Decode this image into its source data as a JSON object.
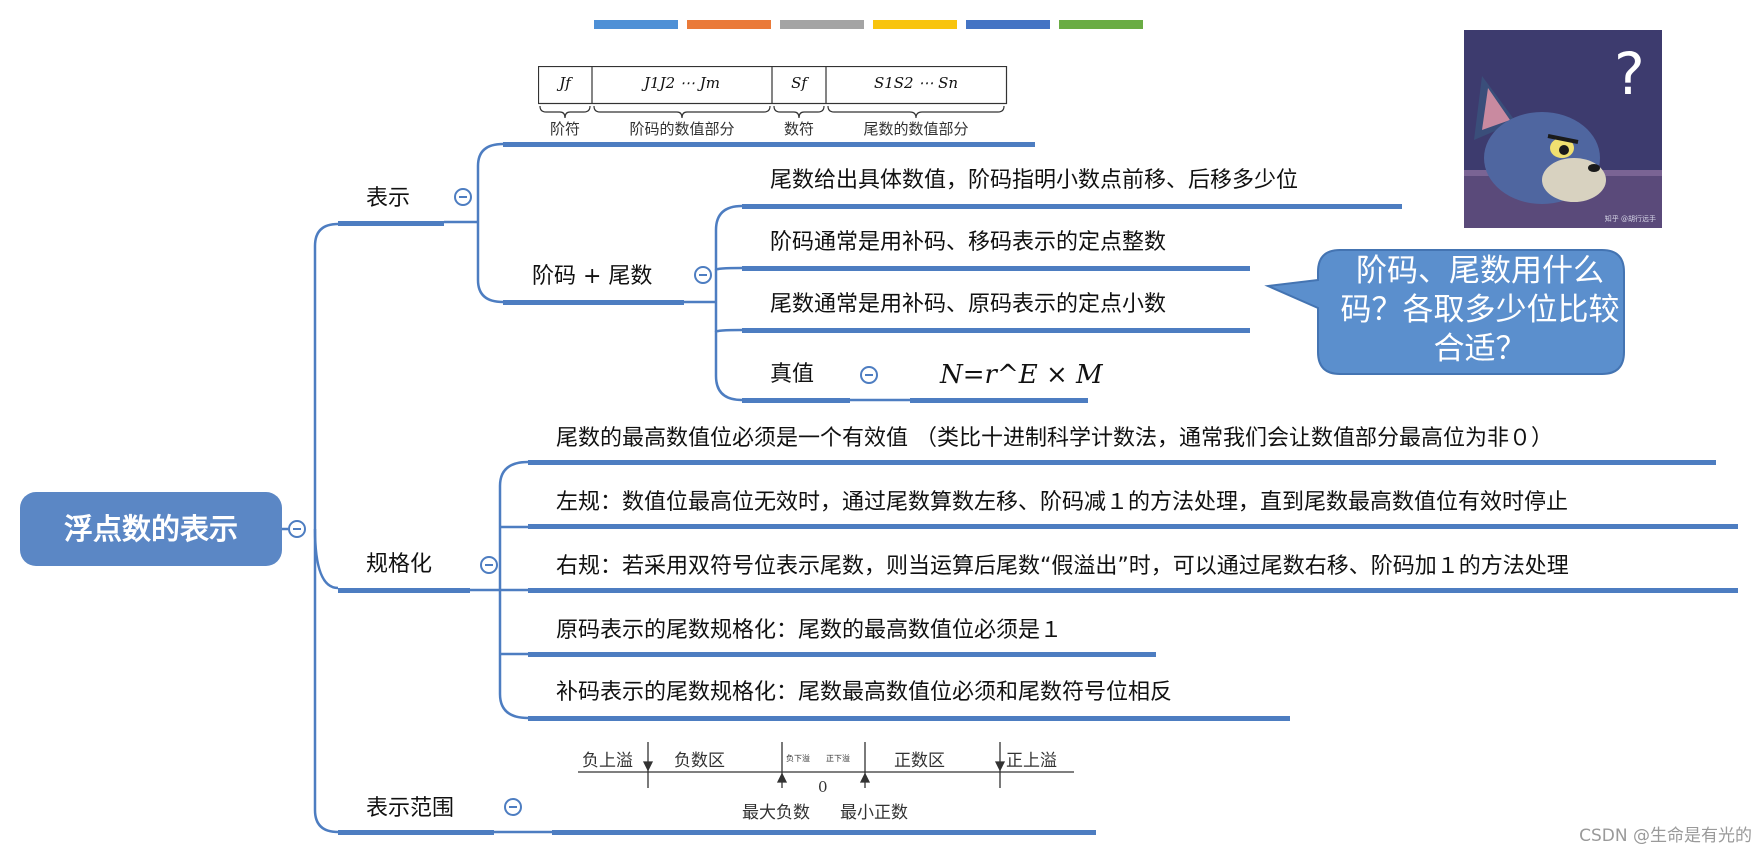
{
  "palette": [
    "#4e90d6",
    "#ea7a39",
    "#a4a4a4",
    "#f8c40e",
    "#4474c4",
    "#6aac44"
  ],
  "root": {
    "label": "浮点数的表示"
  },
  "sections": {
    "representation": {
      "label": "表示",
      "format_figure": {
        "cells": [
          "Jf",
          "J1J2 ⋯ Jm",
          "Sf",
          "S1S2 ⋯ Sn"
        ],
        "captions": [
          "阶符",
          "阶码的数值部分",
          "数符",
          "尾数的数值部分"
        ]
      },
      "exp_mantissa": {
        "label": "阶码 + 尾数",
        "items": [
          "尾数给出具体数值，阶码指明小数点前移、后移多少位",
          "阶码通常是用补码、移码表示的定点整数",
          "尾数通常是用补码、原码表示的定点小数"
        ],
        "true_value": {
          "label": "真值",
          "formula": "N=r^E × M"
        }
      }
    },
    "normalization": {
      "label": "规格化",
      "items": [
        "尾数的最高数值位必须是一个有效值 （类比十进制科学计数法，通常我们会让数值部分最高位为非０）",
        "左规：数值位最高位无效时，通过尾数算数左移、阶码减１的方法处理，直到尾数最高数值位有效时停止",
        "右规：若采用双符号位表示尾数，则当运算后尾数“假溢出”时，可以通过尾数右移、阶码加１的方法处理",
        "原码表示的尾数规格化：尾数的最高数值位必须是１",
        "补码表示的尾数规格化：尾数最高数值位必须和尾数符号位相反"
      ]
    },
    "range": {
      "label": "表示范围",
      "figure": {
        "neg_overflow": "负上溢",
        "neg_region": "负数区",
        "neg_underflow": "负下溢",
        "pos_underflow": "正下溢",
        "pos_region": "正数区",
        "pos_overflow": "正上溢",
        "zero": "0",
        "max_negative": "最大负数",
        "min_positive": "最小正数"
      }
    }
  },
  "callout": {
    "text": "阶码、尾数用什么码？各取多少位比较合适？"
  },
  "sticker": {
    "mark": "?",
    "credit": "知乎 @胡行远手"
  },
  "watermark": "CSDN @生命是有光的"
}
